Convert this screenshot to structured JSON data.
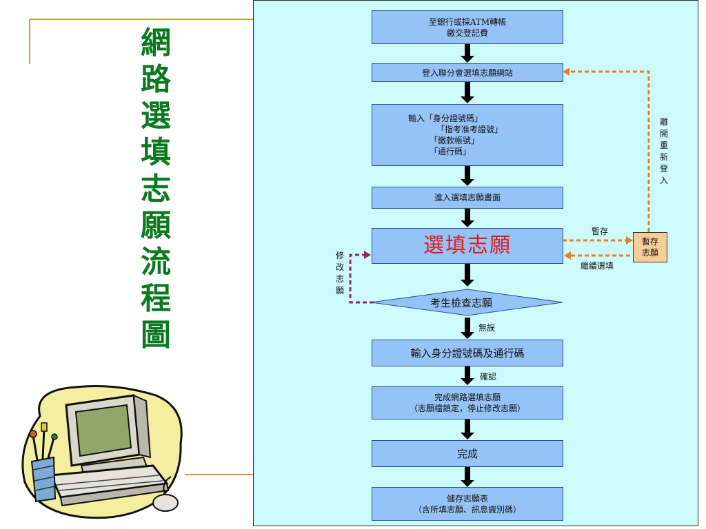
{
  "title_chars": [
    "網",
    "路",
    "選",
    "填",
    "志",
    "願",
    "流",
    "程",
    "圖"
  ],
  "steps": {
    "s1": [
      "至銀行或採ATM轉帳",
      "繳交登記費"
    ],
    "s2": [
      "登入聯分會選填志願網站"
    ],
    "s3": [
      "輸入「身分證號碼」",
      "「指考准考證號」",
      "「繳款帳號」",
      "「通行碼」"
    ],
    "s4": [
      "進入選填志願畫面"
    ],
    "s5": "選填志願",
    "decision": "考生檢查志願",
    "s6": "輸入身分證號碼及通行碼",
    "s7": [
      "完成網路選填志願",
      "（志願檔鎖定，停止修改志願）"
    ],
    "s8": "完成",
    "s9": [
      "儲存志願表",
      "（含所填志願、訊息識別碼）"
    ]
  },
  "side_box": [
    "暫存",
    "志願"
  ],
  "labels": {
    "save": "暫存",
    "continue": "繼續選填",
    "no_error": "無誤",
    "confirm": "確認",
    "modify": [
      "修",
      "改",
      "志",
      "願"
    ],
    "relogin": [
      "離",
      "開",
      "重",
      "新",
      "登",
      "入"
    ]
  },
  "colors": {
    "title": "#0b7a1f",
    "panel_bg": "#cdfafa",
    "box_fill": "#96c3f7",
    "highlight_text": "#e01b1b",
    "orange_arrow": "#ee7d22",
    "purple_arrow": "#8b2e5a",
    "gold_line": "#c9a227"
  }
}
